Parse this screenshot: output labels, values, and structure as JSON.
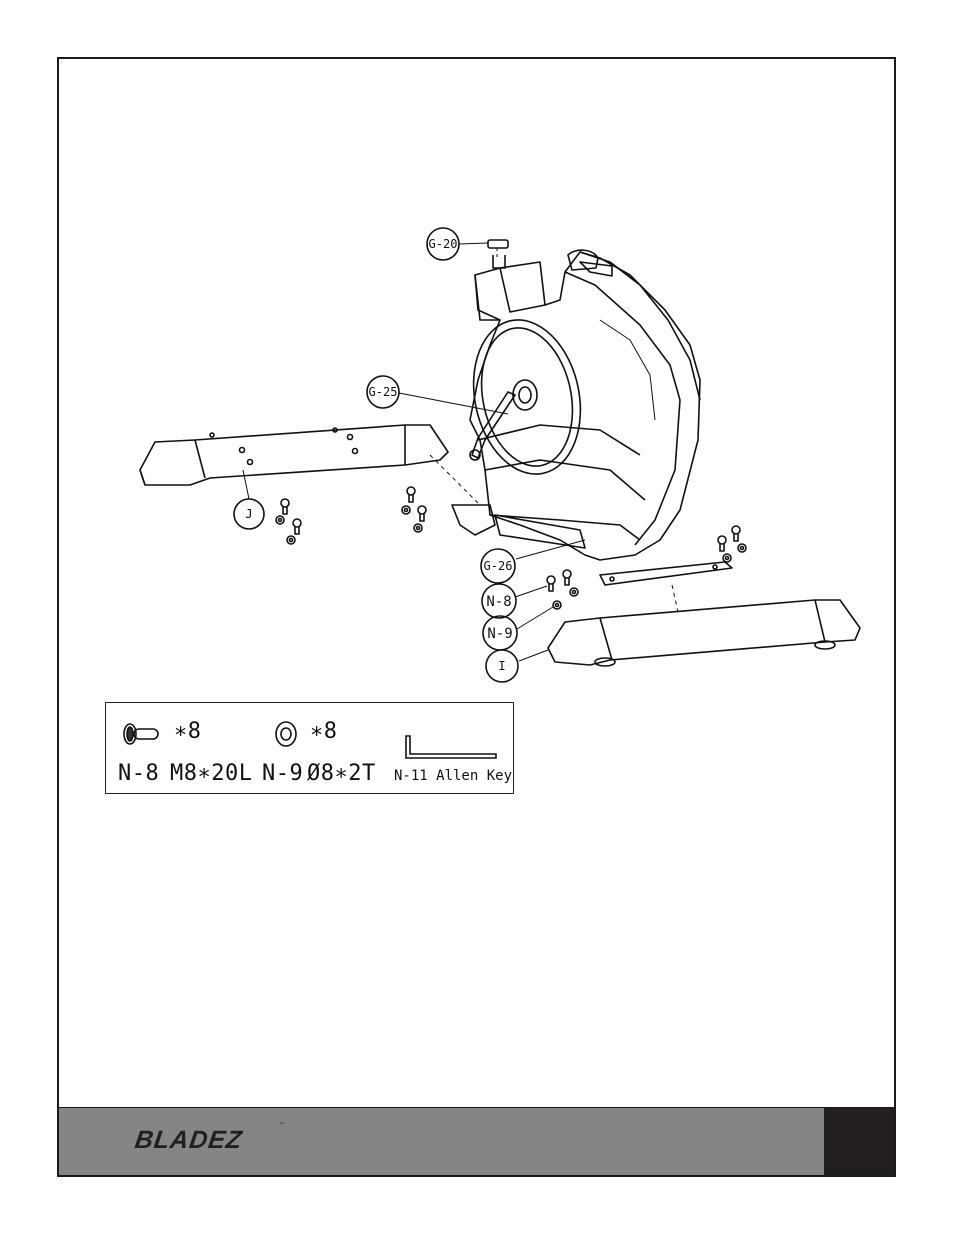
{
  "callouts": {
    "g20": "G-20",
    "g25": "G-25",
    "g26": "G-26",
    "j": "J",
    "i": "I",
    "n8": "N-8",
    "n9": "N-9"
  },
  "hardware": {
    "n8_qty": "∗8",
    "n8_id": "N-8",
    "n8_spec": "M8∗20L",
    "n9_qty": "∗8",
    "n9_id": "N-9",
    "n9_spec": "Ø8∗2T",
    "n11_label": "N-11 Allen Key"
  },
  "footer": {
    "brand": "BLADEZ",
    "trademark": "™"
  }
}
